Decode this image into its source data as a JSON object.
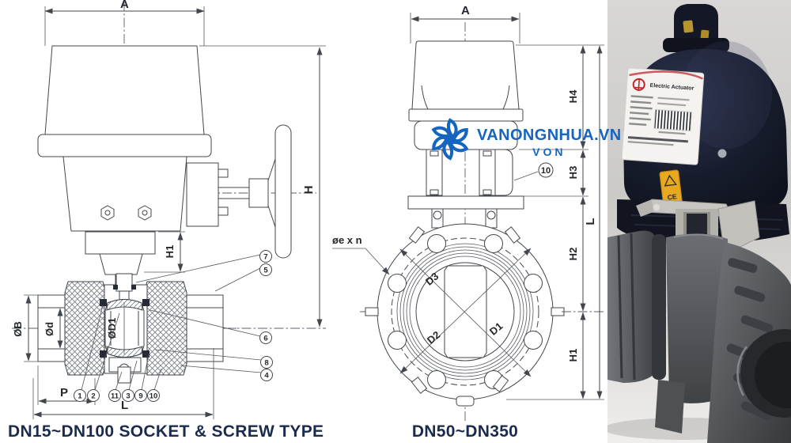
{
  "left_drawing": {
    "title": "DN15~DN100 SOCKET & SCREW TYPE",
    "dim_a": "A",
    "dim_h": "H",
    "dim_h1": "H1",
    "dim_ob": "ØB",
    "dim_od": "Ød",
    "dim_od1": "ØD1",
    "dim_p": "P",
    "dim_l": "L",
    "callouts_bottom": [
      "1",
      "2",
      "11",
      "3",
      "9",
      "10"
    ],
    "callouts_right": [
      "7",
      "5",
      "6",
      "8",
      "4"
    ]
  },
  "middle_drawing": {
    "title": "DN50~DN350",
    "dim_a": "A",
    "dim_h4": "H4",
    "dim_h3": "H3",
    "dim_h2": "H2",
    "dim_h1": "H1",
    "dim_l": "L",
    "dim_d1": "D1",
    "dim_d2": "D2",
    "dim_d3": "D3",
    "bolt_note": "øe x n",
    "callout": "10"
  },
  "watermark": {
    "text": "VANONGNHUA.VN",
    "sub": "VON",
    "color": "#1565c0"
  },
  "photo": {
    "label_title": "Electric Actuator",
    "ce_text": "CE"
  },
  "colors": {
    "drawing_line": "#42464d",
    "title_navy": "#1b2b4d",
    "watermark_blue": "#1565c0",
    "actuator_navy": "#171c2c",
    "valve_gray": "#5b5e62",
    "warning_yellow": "#e8a820",
    "label_red": "#c0272d"
  }
}
